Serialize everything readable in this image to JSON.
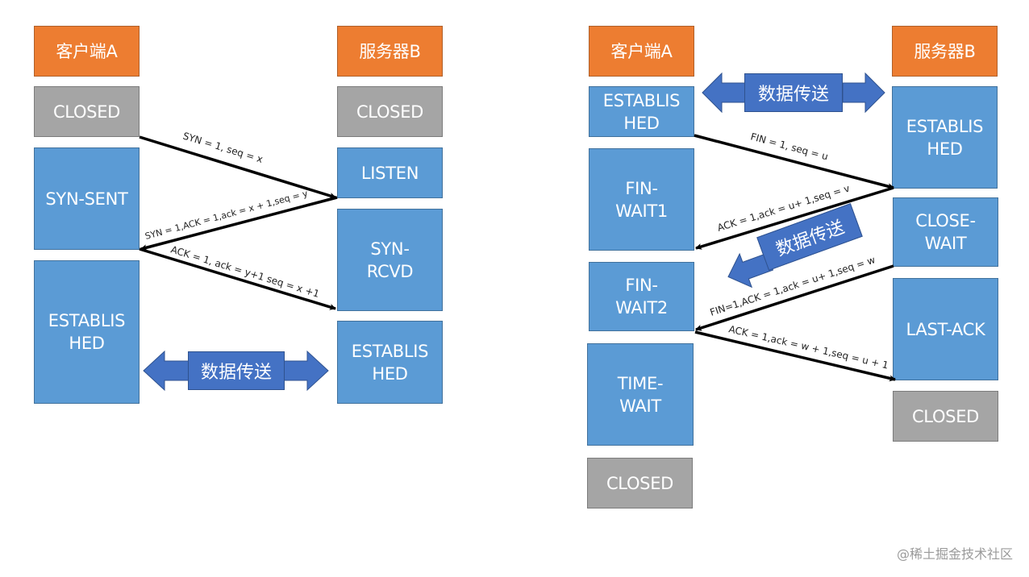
{
  "colors": {
    "header": "#ed7d31",
    "closed": "#a5a5a5",
    "state": "#5b9bd5",
    "data_transfer": "#4472c4",
    "arrow": "#000000"
  },
  "handshake": {
    "client_header": "客户端A",
    "server_header": "服务器B",
    "client_states": [
      "CLOSED",
      "SYN-SENT",
      "ESTABLIS\nHED"
    ],
    "server_states": [
      "CLOSED",
      "LISTEN",
      "SYN-\nRCVD",
      "ESTABLIS\nHED"
    ],
    "messages": [
      {
        "direction": "A→B",
        "text": "SYN = 1,  seq = x"
      },
      {
        "direction": "B→A",
        "text": "SYN = 1,ACK = 1,ack = x + 1,seq = y"
      },
      {
        "direction": "A→B",
        "text": "ACK = 1,  ack =  y+1 seq = x +1"
      }
    ],
    "data_transfer_label": "数据传送"
  },
  "teardown": {
    "client_header": "客户端A",
    "server_header": "服务器B",
    "client_states": [
      "ESTABLIS\nHED",
      "FIN-\nWAIT1",
      "FIN-\nWAIT2",
      "TIME-\nWAIT",
      "CLOSED"
    ],
    "server_states": [
      "ESTABLIS\nHED",
      "CLOSE-\nWAIT",
      "LAST-ACK",
      "CLOSED"
    ],
    "messages": [
      {
        "direction": "A→B",
        "text": "FIN = 1,  seq = u"
      },
      {
        "direction": "B→A",
        "text": "ACK = 1,ack = u+ 1,seq = v"
      },
      {
        "direction": "B→A",
        "text": "FIN=1,ACK = 1,ack = u+ 1,seq = w"
      },
      {
        "direction": "A→B",
        "text": "ACK = 1,ack = w + 1,seq = u + 1"
      }
    ],
    "data_transfer_label_top": "数据传送",
    "data_transfer_label_mid": "数据传送"
  },
  "watermark": "@稀土掘金技术社区"
}
